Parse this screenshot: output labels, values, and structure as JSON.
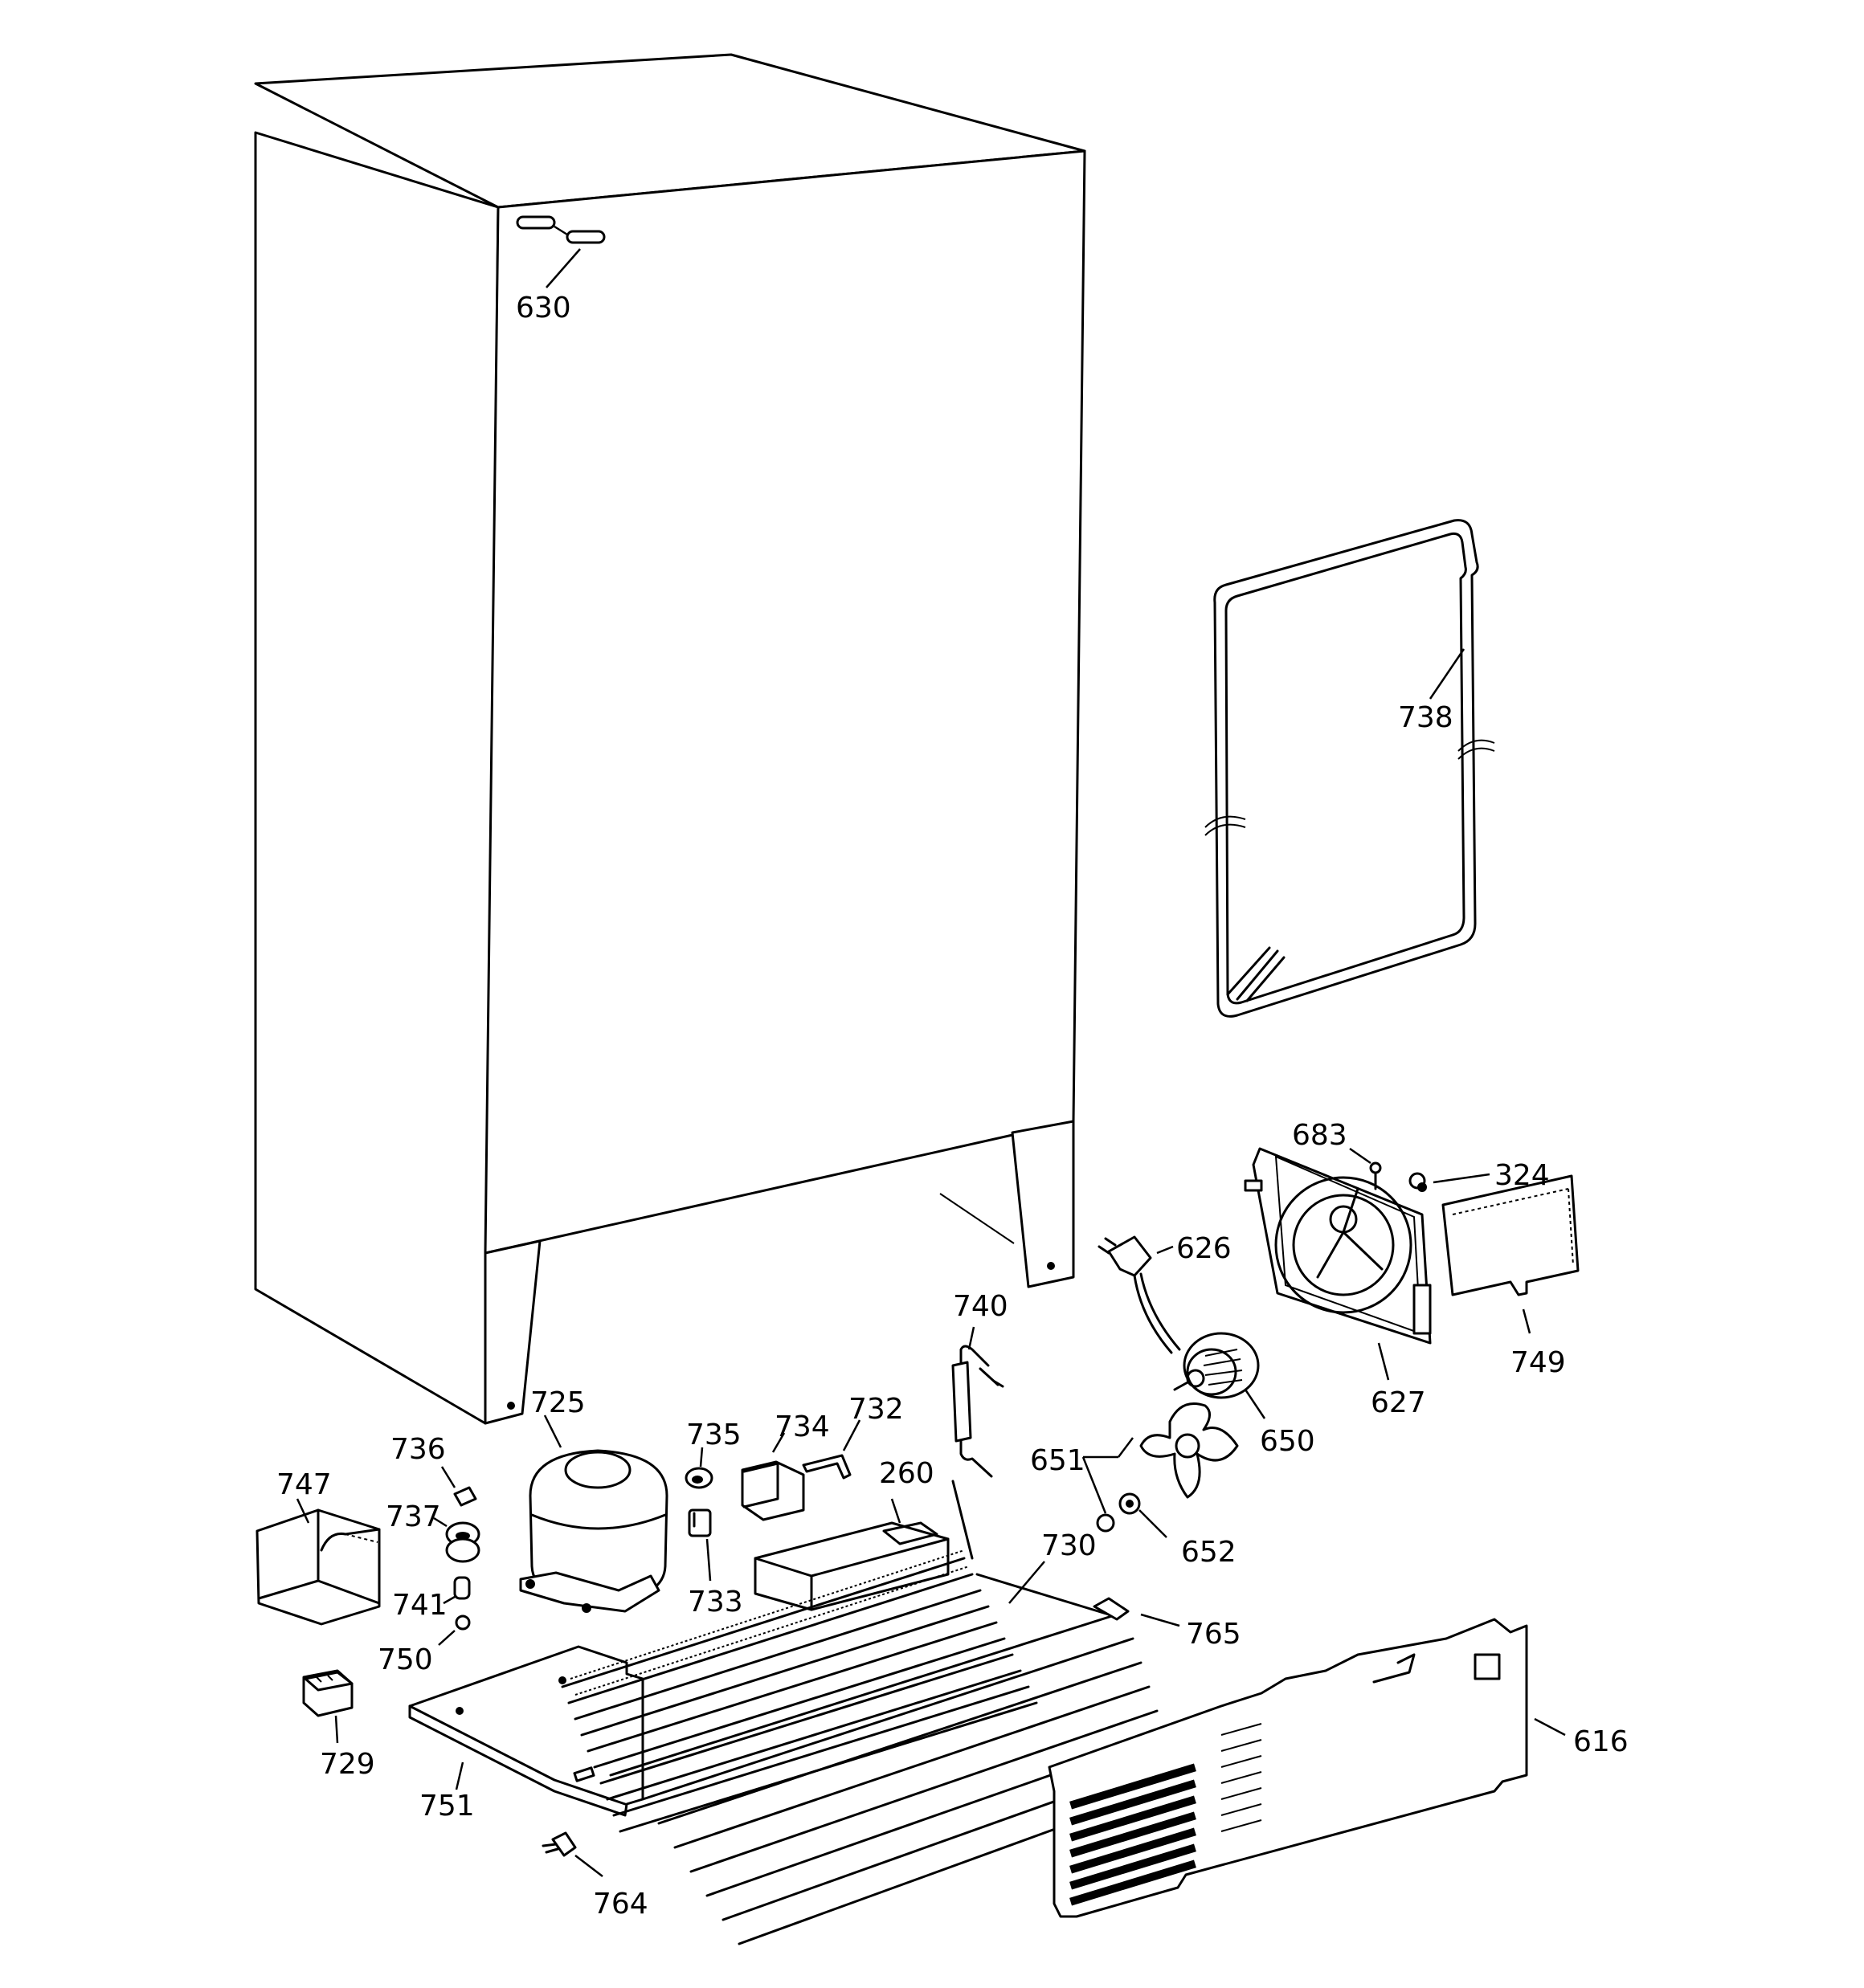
{
  "callouts": [
    {
      "id": "630",
      "text": "630"
    },
    {
      "id": "738",
      "text": "738"
    },
    {
      "id": "683",
      "text": "683"
    },
    {
      "id": "324",
      "text": "324"
    },
    {
      "id": "626",
      "text": "626"
    },
    {
      "id": "740",
      "text": "740"
    },
    {
      "id": "749",
      "text": "749"
    },
    {
      "id": "627",
      "text": "627"
    },
    {
      "id": "650",
      "text": "650"
    },
    {
      "id": "725",
      "text": "725"
    },
    {
      "id": "735",
      "text": "735"
    },
    {
      "id": "734",
      "text": "734"
    },
    {
      "id": "732",
      "text": "732"
    },
    {
      "id": "260",
      "text": "260"
    },
    {
      "id": "736",
      "text": "736"
    },
    {
      "id": "747",
      "text": "747"
    },
    {
      "id": "737",
      "text": "737"
    },
    {
      "id": "651",
      "text": "651"
    },
    {
      "id": "730",
      "text": "730"
    },
    {
      "id": "652",
      "text": "652"
    },
    {
      "id": "733",
      "text": "733"
    },
    {
      "id": "741",
      "text": "741"
    },
    {
      "id": "765",
      "text": "765"
    },
    {
      "id": "750",
      "text": "750"
    },
    {
      "id": "616",
      "text": "616"
    },
    {
      "id": "729",
      "text": "729"
    },
    {
      "id": "751",
      "text": "751"
    },
    {
      "id": "764",
      "text": "764"
    }
  ]
}
